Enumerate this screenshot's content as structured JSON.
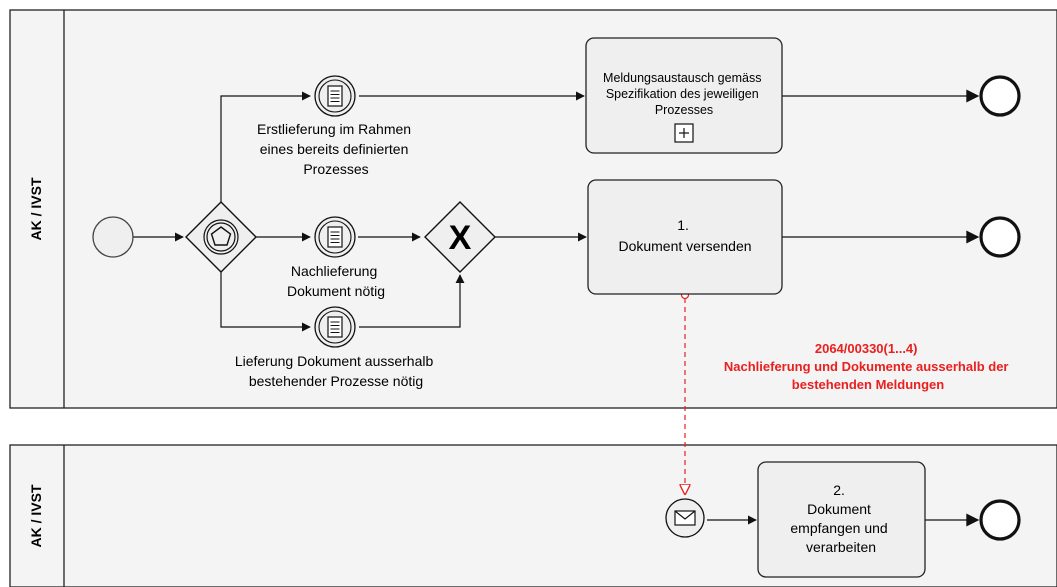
{
  "pools": [
    {
      "label": "AK / IVST"
    },
    {
      "label": "AK / IVST"
    }
  ],
  "tasks": {
    "task_spec": {
      "lines": [
        "Meldungsaustausch gemäss",
        "Spezifikation des jeweiligen",
        "Prozesses"
      ],
      "marker": "+"
    },
    "task_1": {
      "lines": [
        "1.",
        "Dokument versenden"
      ]
    },
    "task_2": {
      "lines": [
        "2.",
        "Dokument",
        "empfangen und",
        "verarbeiten"
      ]
    }
  },
  "event_labels": {
    "erstlieferung": [
      "Erstlieferung im Rahmen",
      "eines bereits definierten",
      "Prozesses"
    ],
    "nachlieferung": [
      "Nachlieferung",
      "Dokument nötig"
    ],
    "lieferung": [
      "Lieferung Dokument ausserhalb",
      "bestehender Prozesse nötig"
    ]
  },
  "annotation": {
    "lines": [
      "2064/00330(1...4)",
      "Nachlieferung und Dokumente ausserhalb der",
      "bestehenden Meldungen"
    ],
    "color": "#e8201f"
  },
  "gateways": {
    "event_based": {
      "icon": "pentagon-icon"
    },
    "exclusive": {
      "icon": "x-icon",
      "symbol": "X"
    }
  },
  "colors": {
    "task_fill": "#efefef",
    "pool_fill": "#f4f4f4",
    "stroke": "#222222",
    "message_flow": "#e8201f"
  }
}
